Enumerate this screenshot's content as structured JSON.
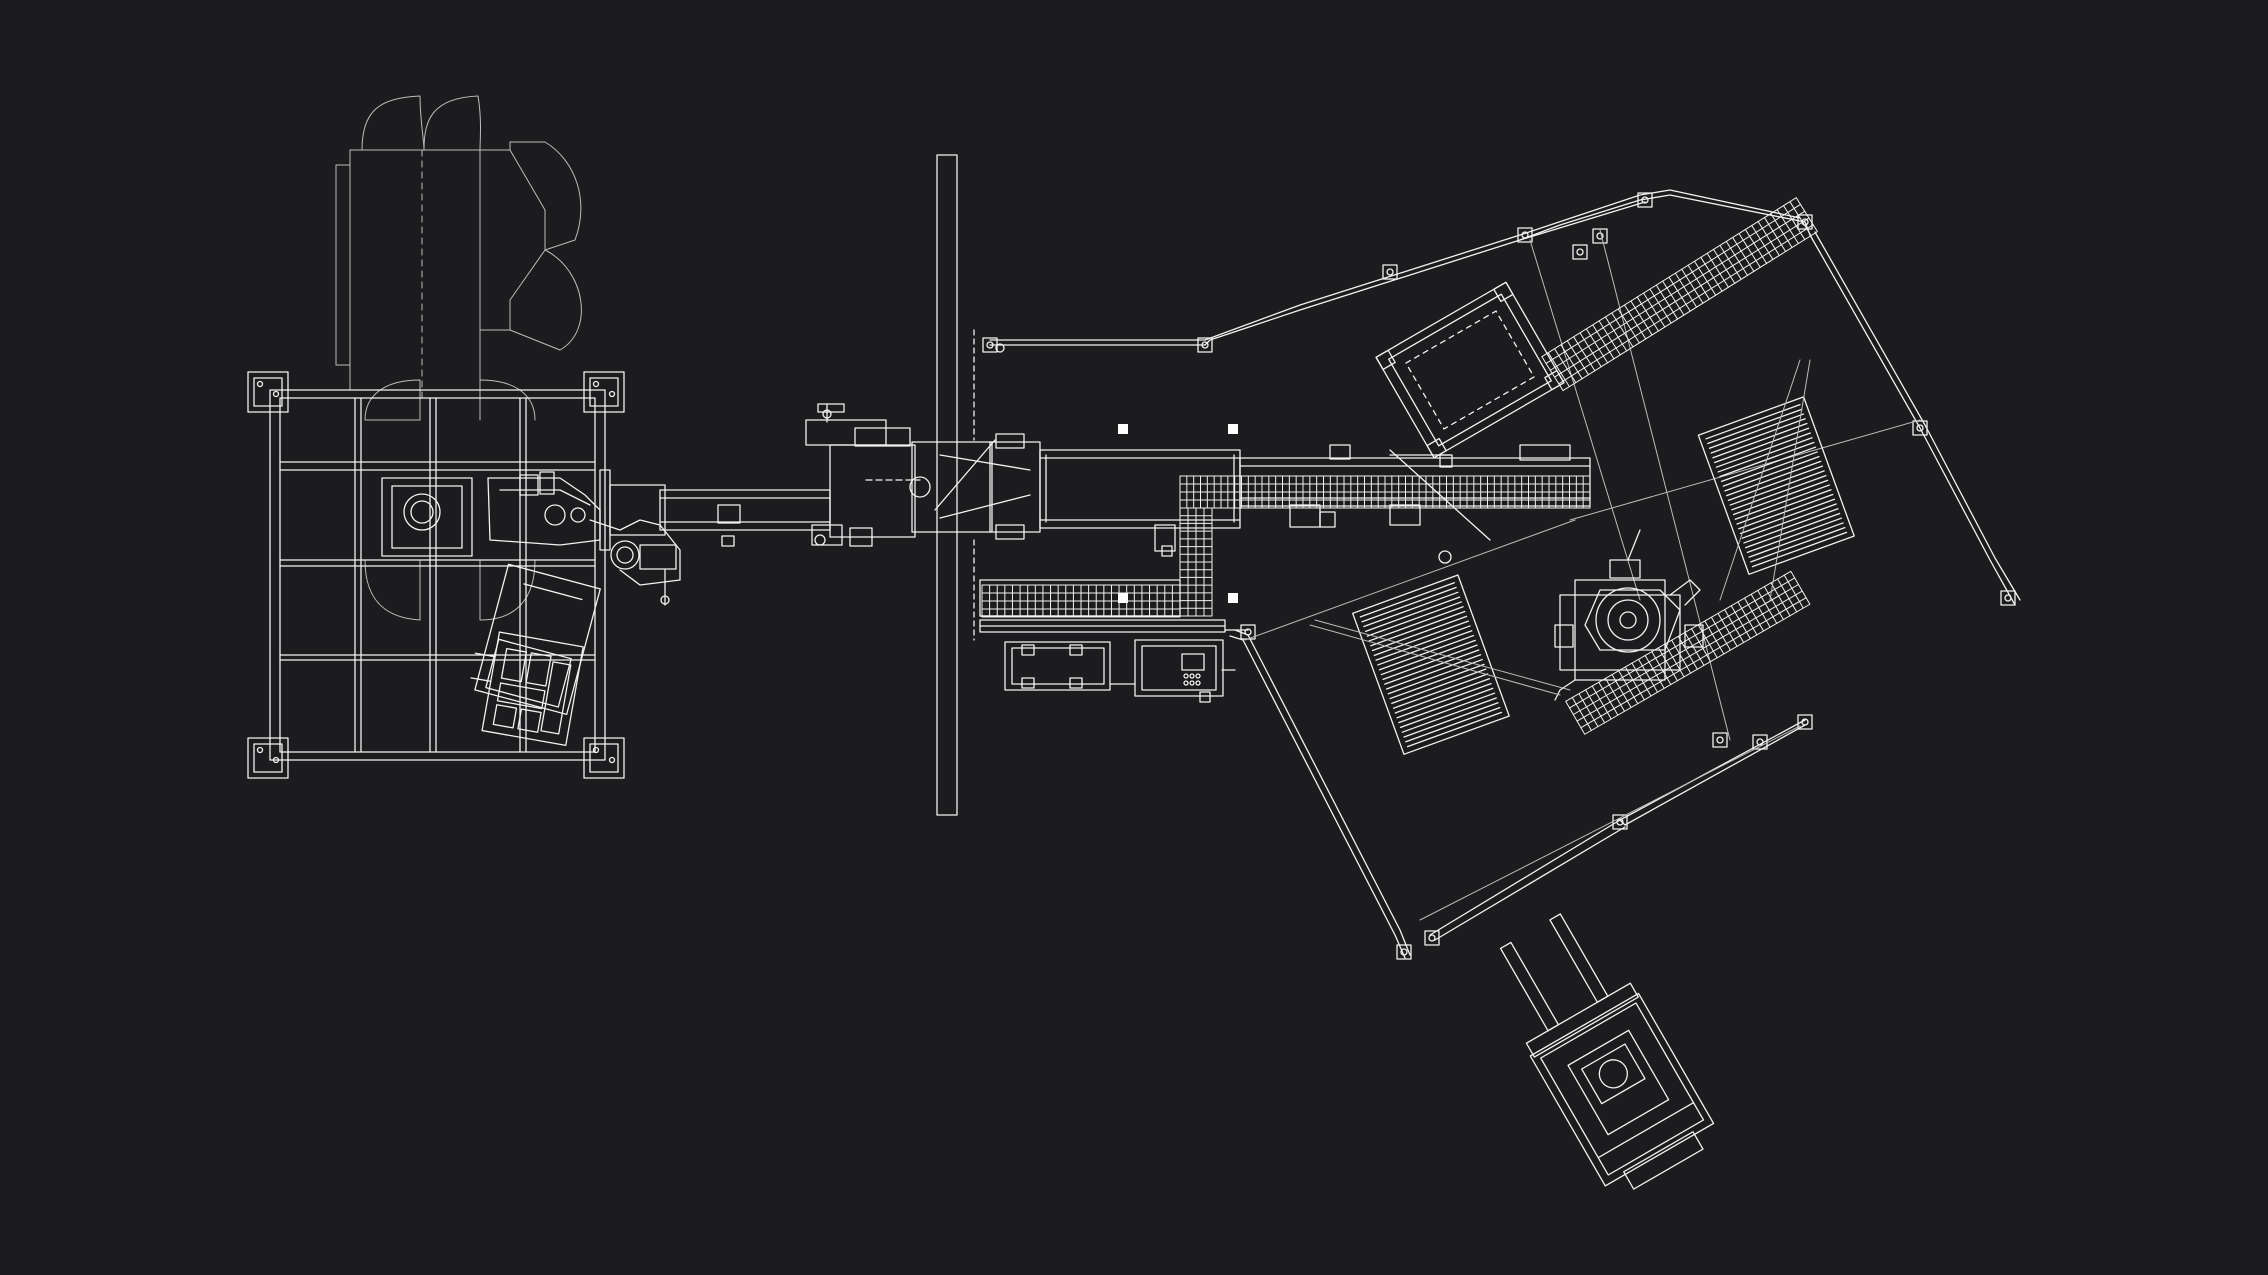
{
  "drawing": {
    "background": "#1c1c1e",
    "line_color": "#f2f2f2",
    "dim_line_color": "#bcbcbc",
    "marker_color": "#ffffff",
    "components": [
      {
        "name": "bag-filling-station",
        "icon": "machine-frame-icon"
      },
      {
        "name": "bag-conveyor",
        "icon": "conveyor-icon"
      },
      {
        "name": "separation-wall",
        "icon": "wall-icon"
      },
      {
        "name": "roller-conveyor",
        "icon": "conveyor-icon"
      },
      {
        "name": "control-cabinet",
        "icon": "cabinet-icon"
      },
      {
        "name": "robot-palletizer",
        "icon": "robot-icon"
      },
      {
        "name": "pallet-left",
        "icon": "pallet-icon"
      },
      {
        "name": "pallet-right",
        "icon": "pallet-icon"
      },
      {
        "name": "safety-fence",
        "icon": "fence-icon"
      },
      {
        "name": "forklift",
        "icon": "forklift-icon"
      }
    ]
  }
}
